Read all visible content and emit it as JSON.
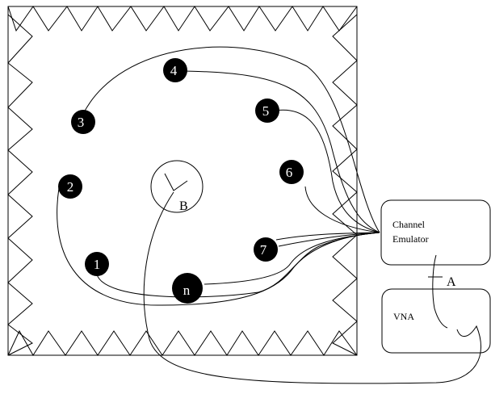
{
  "probes": [
    {
      "id": "probe-1",
      "label": "1"
    },
    {
      "id": "probe-2",
      "label": "2"
    },
    {
      "id": "probe-3",
      "label": "3"
    },
    {
      "id": "probe-4",
      "label": "4"
    },
    {
      "id": "probe-5",
      "label": "5"
    },
    {
      "id": "probe-6",
      "label": "6"
    },
    {
      "id": "probe-7",
      "label": "7"
    },
    {
      "id": "probe-n",
      "label": "n"
    }
  ],
  "base_station": {
    "label": "B"
  },
  "channel_emulator": {
    "line1": "Channel",
    "line2": "Emulator"
  },
  "vna": {
    "label": "VNA"
  },
  "port_a": {
    "label": "A"
  },
  "colors": {
    "line": "#000000",
    "probe_fill": "#000000",
    "probe_text": "#ffffff",
    "background": "#ffffff"
  }
}
